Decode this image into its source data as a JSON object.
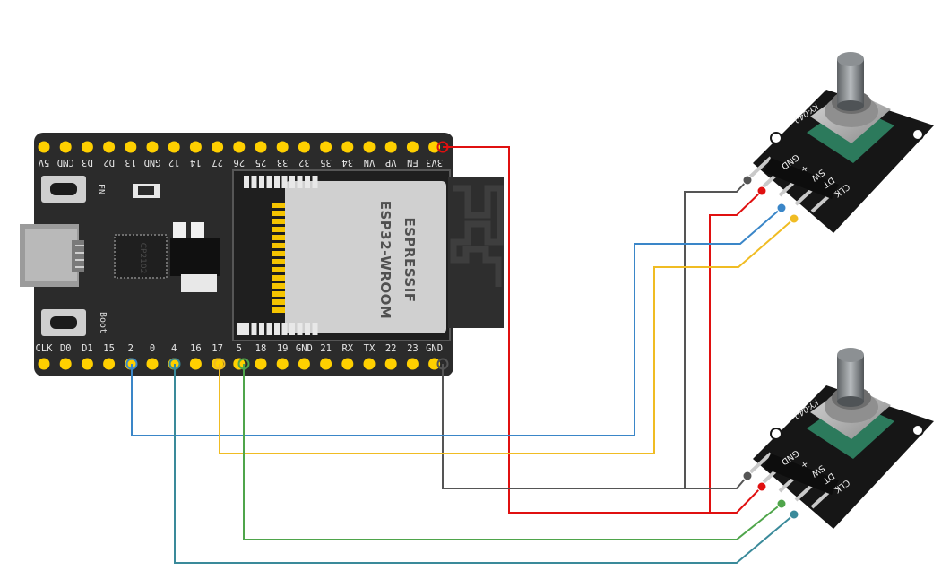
{
  "board": {
    "top_pins": [
      "5V",
      "CMD",
      "D3",
      "D2",
      "13",
      "GND",
      "12",
      "14",
      "27",
      "26",
      "25",
      "33",
      "32",
      "35",
      "34",
      "VN",
      "VP",
      "EN",
      "3V3"
    ],
    "bottom_pins": [
      "CLK",
      "D0",
      "D1",
      "15",
      "2",
      "0",
      "4",
      "16",
      "17",
      "5",
      "18",
      "19",
      "GND",
      "21",
      "RX",
      "TX",
      "22",
      "23",
      "GND"
    ],
    "module_brand": "ESPRESSIF",
    "module_model": "ESP32-WROOM",
    "usb_chip": "CP2102",
    "en_button": "EN",
    "boot_button": "Boot"
  },
  "encoders": [
    {
      "model": "KY-040",
      "pins": [
        "GND",
        "+",
        "SW",
        "DT",
        "CLK"
      ]
    },
    {
      "model": "KY-040",
      "pins": [
        "GND",
        "+",
        "SW",
        "DT",
        "CLK"
      ]
    }
  ],
  "wire_colors": {
    "power": "#e01010",
    "ground": "#555555",
    "enc1_sw": "#3a86c8",
    "enc1_dt": "#f0bc23",
    "enc2_sw": "#4fa54b",
    "enc2_dt": "#3a8a9a",
    "pin_gold": "#ffd000"
  }
}
